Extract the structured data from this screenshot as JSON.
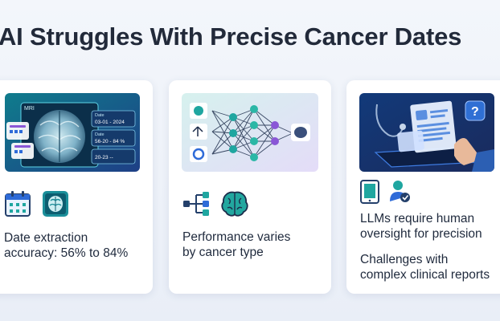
{
  "title": "AI Struggles With Precise Cancer Dates",
  "cards": [
    {
      "mri_label": "MRI",
      "date_label_1": "Date",
      "date_value_1": "03-01 - 2024",
      "date_label_2": "Date",
      "date_value_2": "56-20 - 84 %",
      "date_value_3": "20-23 --",
      "text_line_1": "Date extraction",
      "text_line_2": "accuracy: 56% to 84%"
    },
    {
      "text_line_1": "Performance varies",
      "text_line_2": "by cancer type"
    },
    {
      "tablet_badge": "?",
      "text1_line_1": "LLMs require human",
      "text1_line_2": "oversight for precision",
      "text2_line_1": "Challenges with",
      "text2_line_2": "complex clinical reports"
    }
  ],
  "colors": {
    "accent_teal": "#1fa6a0",
    "accent_blue": "#2e6bd8",
    "accent_purple": "#8a57d6",
    "text_dark": "#1f2a3d"
  }
}
